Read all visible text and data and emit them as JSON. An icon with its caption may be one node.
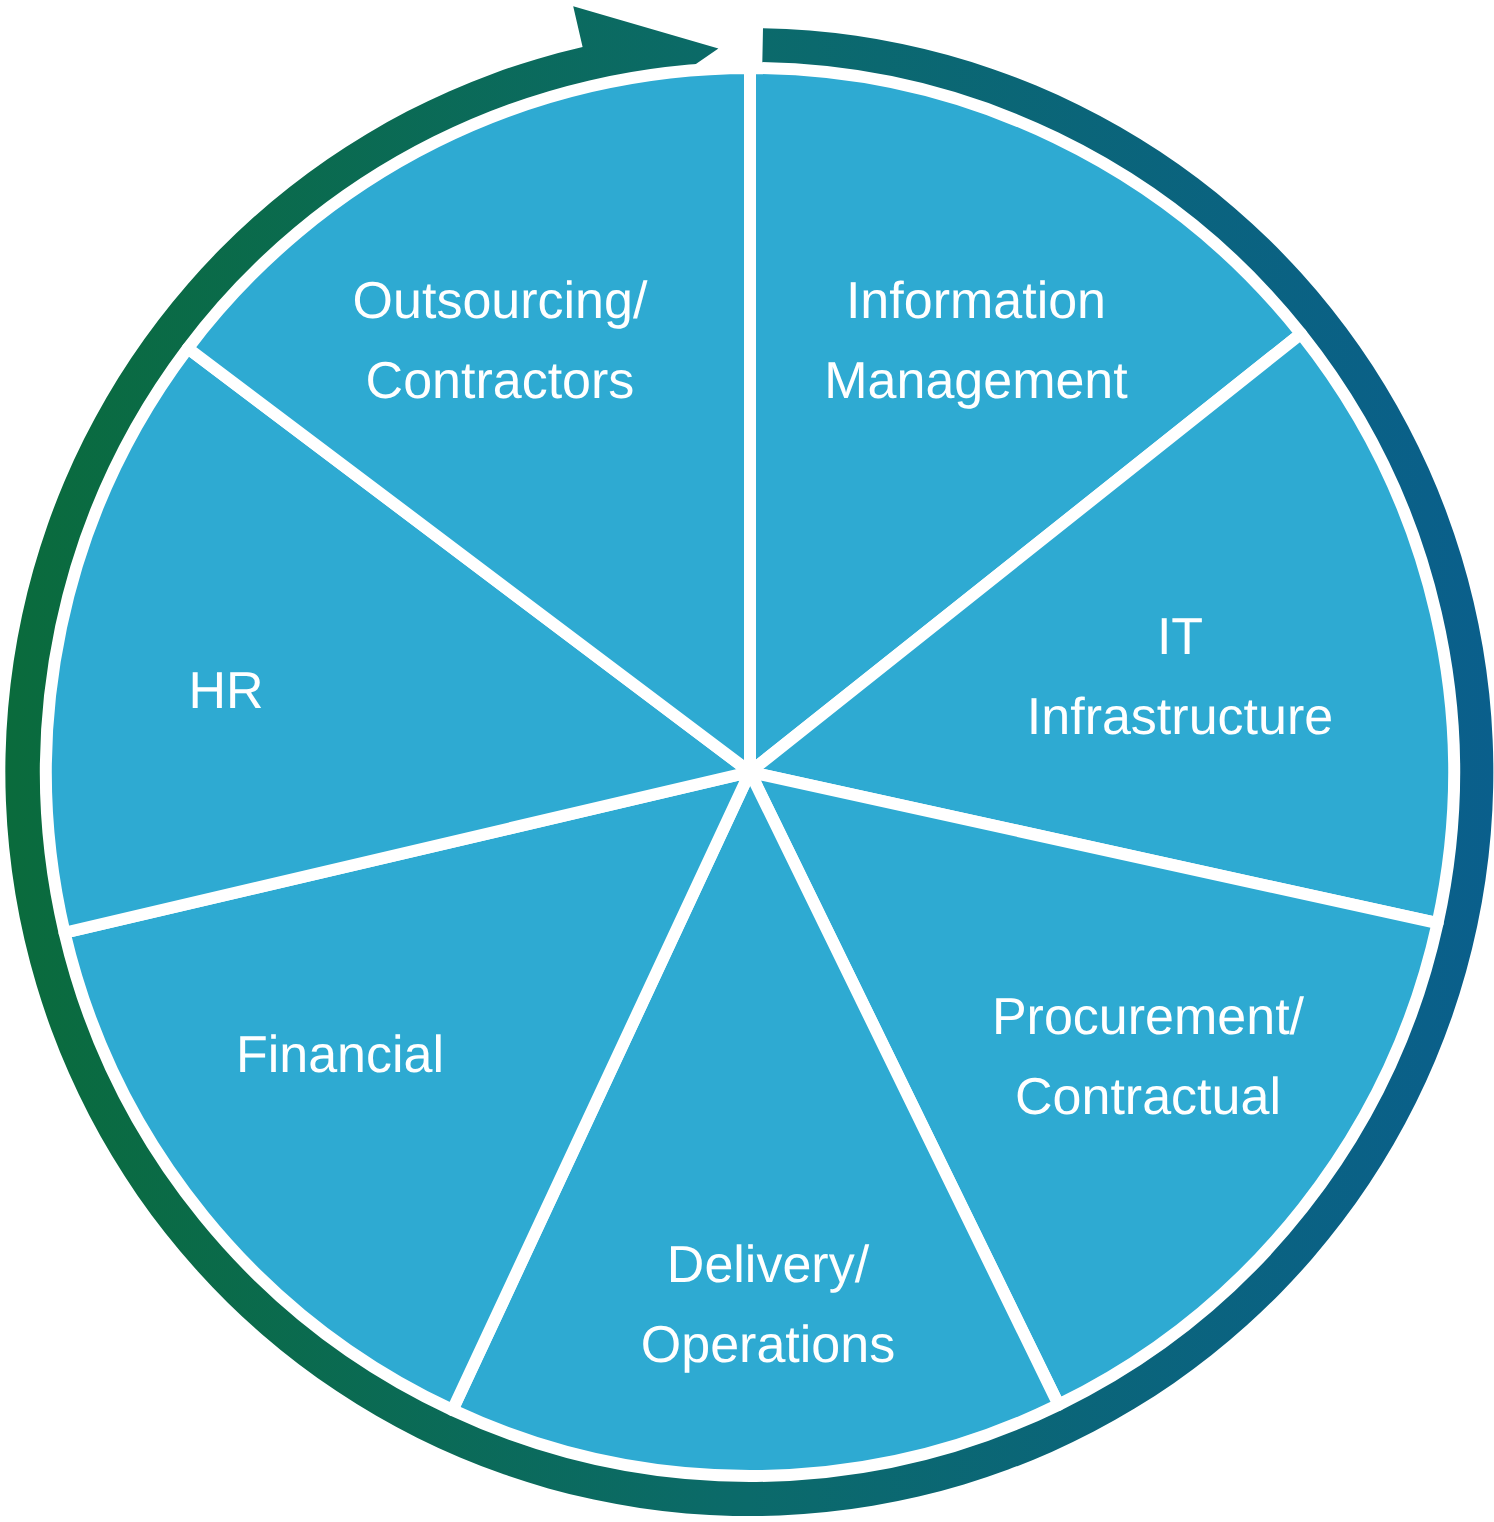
{
  "diagram": {
    "nodes": [
      {
        "text": [
          "Information Management"
        ]
      },
      {
        "text": [
          "IT Infrastructure"
        ]
      },
      {
        "text": [
          "Procurement/ Contractual"
        ]
      },
      {
        "text": [
          "Delivery/ Operations"
        ]
      },
      {
        "text": [
          "Financial"
        ]
      },
      {
        "text": [
          "HR"
        ]
      },
      {
        "text": [
          "Outsourcing/ Contractors"
        ]
      }
    ]
  }
}
